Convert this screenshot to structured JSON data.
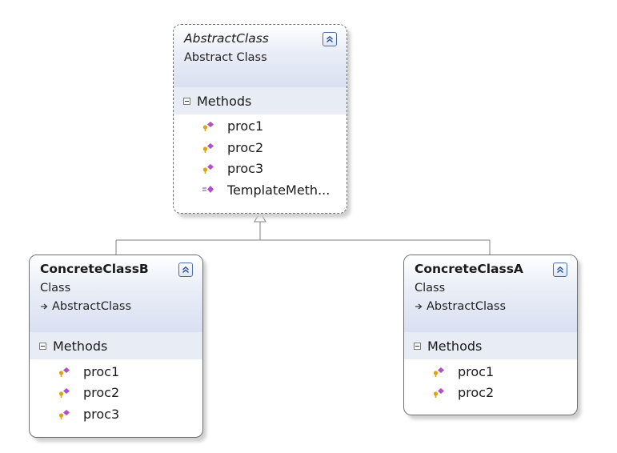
{
  "abstract_class": {
    "name": "AbstractClass",
    "stereotype": "Abstract Class",
    "section": "Methods",
    "methods": [
      {
        "label": "proc1",
        "kind": "protected"
      },
      {
        "label": "proc2",
        "kind": "protected"
      },
      {
        "label": "proc3",
        "kind": "protected"
      },
      {
        "label": "TemplateMeth...",
        "kind": "public"
      }
    ]
  },
  "concrete_b": {
    "name": "ConcreteClassB",
    "stereotype": "Class",
    "base": "AbstractClass",
    "section": "Methods",
    "methods": [
      {
        "label": "proc1",
        "kind": "protected"
      },
      {
        "label": "proc2",
        "kind": "protected"
      },
      {
        "label": "proc3",
        "kind": "protected"
      }
    ]
  },
  "concrete_a": {
    "name": "ConcreteClassA",
    "stereotype": "Class",
    "base": "AbstractClass",
    "section": "Methods",
    "methods": [
      {
        "label": "proc1",
        "kind": "protected"
      },
      {
        "label": "proc2",
        "kind": "protected"
      }
    ]
  },
  "colors": {
    "header_gradient_end": "#d9e0f1",
    "section_band": "#e8ecf4",
    "border": "#6f6f6f",
    "connector": "#808080",
    "method_icon": "#b14fc5",
    "protected_key": "#d9a520"
  },
  "icons": {
    "collapse": "double-chevron-up-icon",
    "section_toggle": "minus-box-icon",
    "protected_method": "protected-method-icon",
    "public_method": "public-method-icon",
    "inherit": "inherit-arrow-icon"
  }
}
